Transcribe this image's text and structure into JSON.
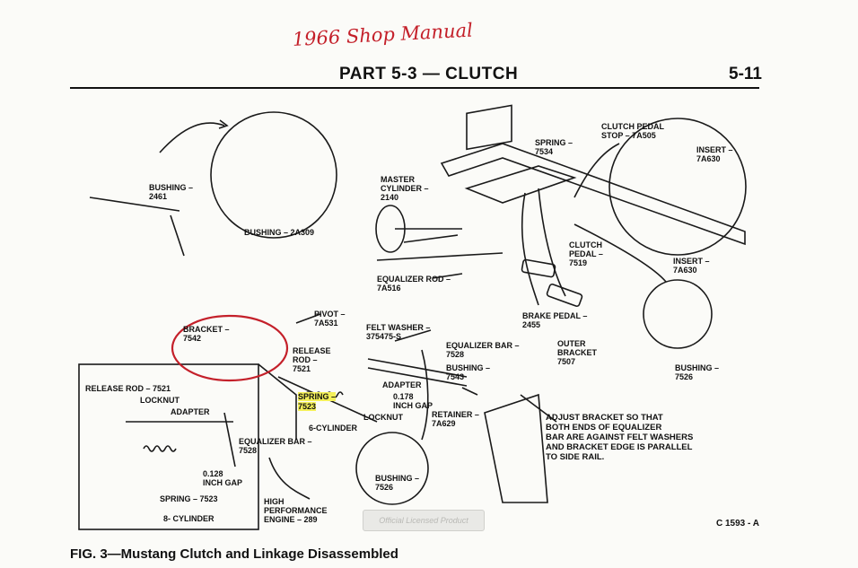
{
  "handwritten_note": "1966 Shop Manual",
  "header": {
    "part": "PART 5-3 — CLUTCH",
    "page": "5-11"
  },
  "caption": "FIG. 3—Mustang Clutch and Linkage Disassembled",
  "figure_code": "C 1593 - A",
  "watermark": "Official Licensed Product",
  "labels": {
    "bushing_2461": "BUSHING –\n2461",
    "bushing_2a309": "BUSHING – 2A309",
    "master_cylinder": "MASTER\nCYLINDER –\n2140",
    "spring_7534": "SPRING –\n7534",
    "clutch_pedal_stop": "CLUTCH PEDAL\nSTOP – 7A505",
    "insert_top": "INSERT –\n7A630",
    "clutch_pedal": "CLUTCH\nPEDAL –\n7519",
    "insert_right": "INSERT –\n7A630",
    "equalizer_rod": "EQUALIZER ROD –\n7A516",
    "pivot": "PIVOT –\n7A531",
    "bracket": "BRACKET –\n7542",
    "felt_washer": "FELT WASHER –\n375475-S",
    "brake_pedal": "BRAKE PEDAL –\n2455",
    "release_rod_mid": "RELEASE\nROD –\n7521",
    "equalizer_bar_mid": "EQUALIZER BAR –\n7528",
    "outer_bracket": "OUTER\nBRACKET\n7507",
    "bushing_7543": "BUSHING –\n7543",
    "bushing_7526_right": "BUSHING –\n7526",
    "release_rod_left": "RELEASE ROD – 7521",
    "locknut_left": "LOCKNUT",
    "adapter_left": "ADAPTER",
    "spring_mid": "SPRING –",
    "spring_mid_num": "7523",
    "adapter_mid": "ADAPTER",
    "gap_mid": "0.178\nINCH GAP",
    "locknut_mid": "LOCKNUT",
    "six_cyl": "6-CYLINDER",
    "retainer": "RETAINER –\n7A629",
    "adjust_note": "ADJUST BRACKET SO THAT\nBOTH ENDS OF EQUALIZER\nBAR ARE AGAINST FELT WASHERS\nAND BRACKET EDGE IS PARALLEL\nTO SIDE RAIL.",
    "equalizer_bar_left": "EQUALIZER BAR –\n7528",
    "gap_left": "0.128\nINCH GAP",
    "spring_left": "SPRING – 7523",
    "eight_cyl": "8- CYLINDER",
    "high_perf": "HIGH\nPERFORMANCE\nENGINE – 289",
    "bushing_7526_bottom": "BUSHING –\n7526"
  }
}
